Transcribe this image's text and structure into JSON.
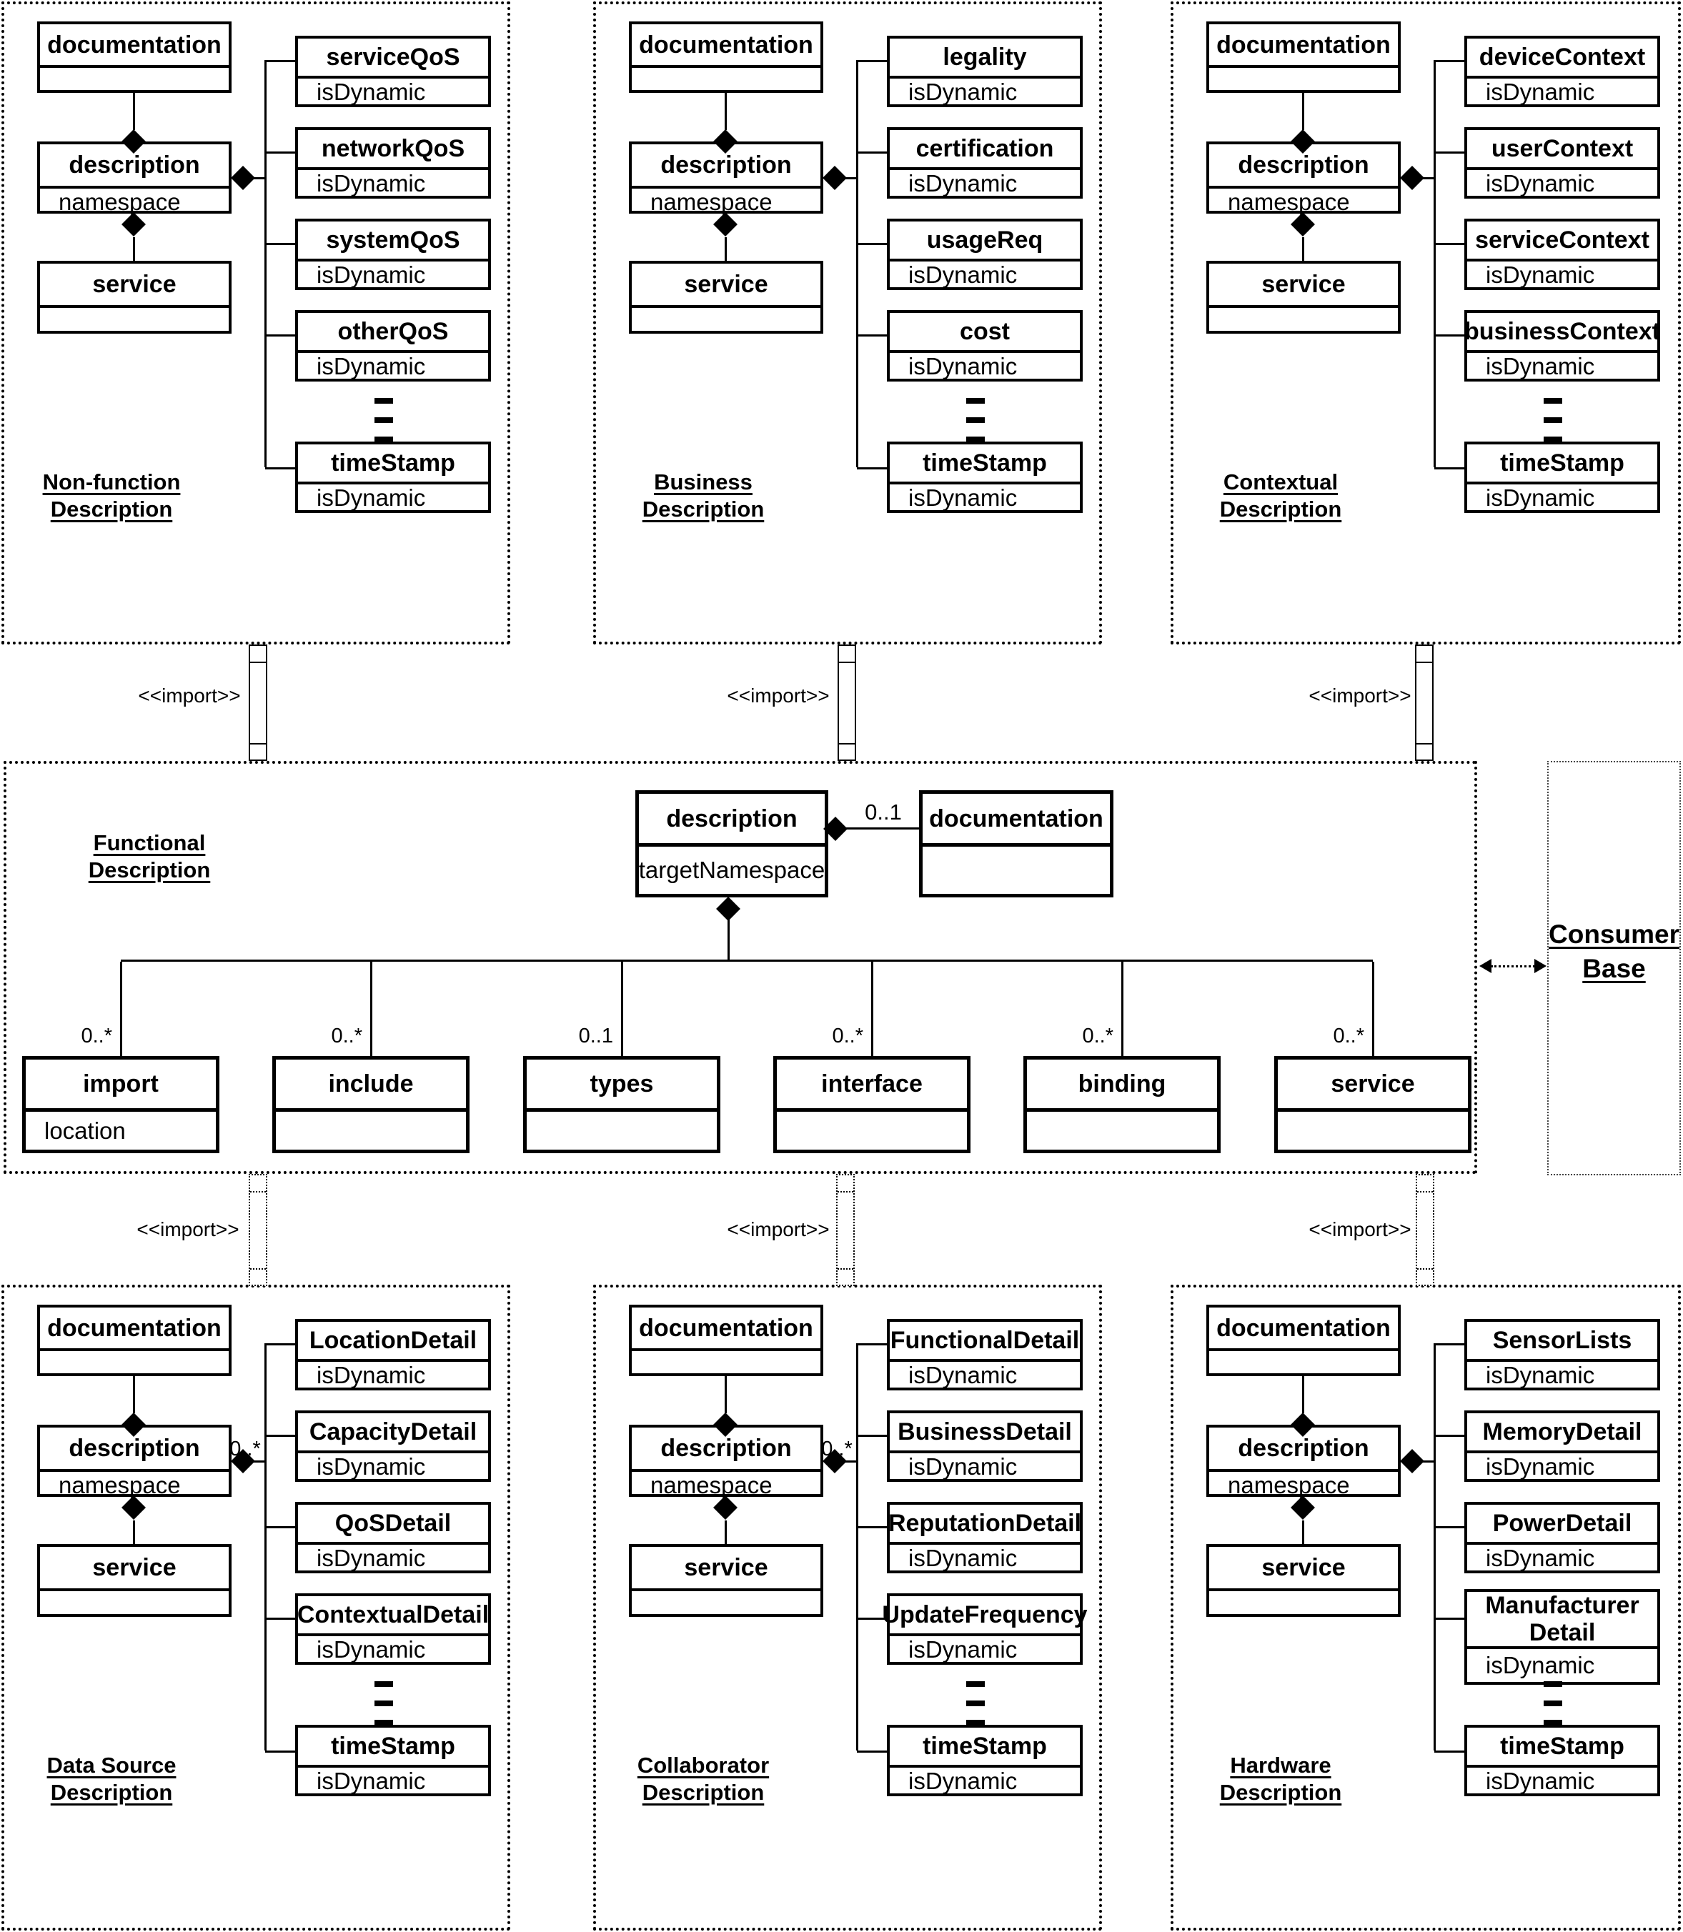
{
  "colors": {
    "ink": "#000000",
    "paper": "#ffffff"
  },
  "shared": {
    "left_column": [
      {
        "title": "documentation",
        "attr": ""
      },
      {
        "title": "description",
        "attr": "namespace"
      },
      {
        "title": "service",
        "attr": ""
      }
    ],
    "dynamic_attr": "isDynamic",
    "import_stereotype": "<<import>>"
  },
  "groups": [
    {
      "id": "non-function-description",
      "label_lines": [
        "Non-function",
        "Description"
      ],
      "diamond_multiplicity": "",
      "right_boxes": [
        {
          "title": "serviceQoS"
        },
        {
          "title": "networkQoS"
        },
        {
          "title": "systemQoS"
        },
        {
          "title": "otherQoS"
        },
        {
          "title": "timeStamp"
        }
      ]
    },
    {
      "id": "business-description",
      "label_lines": [
        "Business",
        "Description"
      ],
      "diamond_multiplicity": "",
      "right_boxes": [
        {
          "title": "legality"
        },
        {
          "title": "certification"
        },
        {
          "title": "usageReq"
        },
        {
          "title": "cost"
        },
        {
          "title": "timeStamp"
        }
      ]
    },
    {
      "id": "contextual-description",
      "label_lines": [
        "Contextual",
        "Description"
      ],
      "diamond_multiplicity": "",
      "right_boxes": [
        {
          "title": "deviceContext"
        },
        {
          "title": "userContext"
        },
        {
          "title": "serviceContext"
        },
        {
          "title": "businessContext"
        },
        {
          "title": "timeStamp"
        }
      ]
    },
    {
      "id": "data-source-description",
      "label_lines": [
        "Data Source",
        "Description"
      ],
      "diamond_multiplicity": "0..*",
      "right_boxes": [
        {
          "title": "LocationDetail"
        },
        {
          "title": "CapacityDetail"
        },
        {
          "title": "QoSDetail"
        },
        {
          "title": "ContextualDetail"
        },
        {
          "title": "timeStamp"
        }
      ]
    },
    {
      "id": "collaborator-description",
      "label_lines": [
        "Collaborator",
        "Description"
      ],
      "diamond_multiplicity": "0..*",
      "right_boxes": [
        {
          "title": "FunctionalDetail"
        },
        {
          "title": "BusinessDetail"
        },
        {
          "title": "ReputationDetail"
        },
        {
          "title": "UpdateFrequency"
        },
        {
          "title": "timeStamp"
        }
      ]
    },
    {
      "id": "hardware-description",
      "label_lines": [
        "Hardware",
        "Description"
      ],
      "diamond_multiplicity": "",
      "right_boxes": [
        {
          "title": "SensorLists"
        },
        {
          "title": "MemoryDetail"
        },
        {
          "title": "PowerDetail"
        },
        {
          "title": "Manufacturer Detail",
          "tall": true
        },
        {
          "title": "timeStamp"
        }
      ]
    }
  ],
  "functional": {
    "label_lines": [
      "Functional",
      "Description"
    ],
    "description_box": {
      "title": "description",
      "attr": "targetNamespace"
    },
    "documentation_box": {
      "title": "documentation",
      "attr": ""
    },
    "documentation_multiplicity": "0..1",
    "children": [
      {
        "title": "import",
        "attr": "location",
        "multiplicity": "0..*"
      },
      {
        "title": "include",
        "attr": "",
        "multiplicity": "0..*"
      },
      {
        "title": "types",
        "attr": "",
        "multiplicity": "0..1"
      },
      {
        "title": "interface",
        "attr": "",
        "multiplicity": "0..*"
      },
      {
        "title": "binding",
        "attr": "",
        "multiplicity": "0..*"
      },
      {
        "title": "service",
        "attr": "",
        "multiplicity": "0..*"
      }
    ]
  },
  "consumer_base": {
    "label_lines": [
      "Consumer",
      "Base"
    ]
  }
}
